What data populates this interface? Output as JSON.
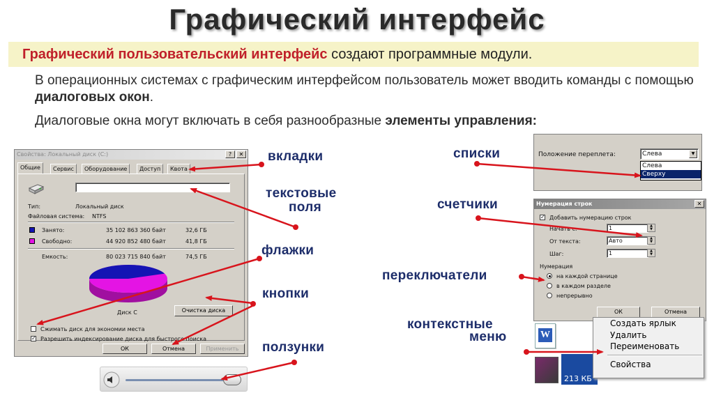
{
  "header": {
    "title": "Графический интерфейс",
    "banner_bold": "Графический пользовательский интерфейс",
    "banner_rest": " создают программные модули.",
    "p1_text": "В операционных системах с графическим интерфейсом пользователь может вводить команды с помощью ",
    "p1_bold": "диалоговых окон",
    "p1_end": ".",
    "p2_text": "Диалоговые окна могут включать в себя разнообразные ",
    "p2_bold": "элементы управления:"
  },
  "callouts": {
    "tabs": "вкладки",
    "text_fields_1": "текстовые",
    "text_fields_2": "поля",
    "checkboxes": "флажки",
    "buttons": "кнопки",
    "sliders": "ползунки",
    "lists": "списки",
    "counters": "счетчики",
    "switches": "переключатели",
    "context_1": "контекстные",
    "context_2": "меню"
  },
  "disk_dialog": {
    "title": "Свойства: Локальный диск (C:)",
    "tabs": [
      "Общие",
      "Сервис",
      "Оборудование",
      "Доступ",
      "Квота"
    ],
    "type_label": "Тип:",
    "type_value": "Локальный диск",
    "fs_label": "Файловая система:",
    "fs_value": "NTFS",
    "used_label": "Занято:",
    "used_bytes": "35 102 863 360 байт",
    "used_gb": "32,6 ГБ",
    "free_label": "Свободно:",
    "free_bytes": "44 920 852 480 байт",
    "free_gb": "41,8 ГБ",
    "cap_label": "Емкость:",
    "cap_bytes": "80 023 715 840 байт",
    "cap_gb": "74,5 ГБ",
    "disk_label": "Диск C",
    "cleanup_button": "Очистка диска",
    "compress_label": "Сжимать диск для экономии места",
    "index_label": "Разрешить индексирование диска для быстрого поиска",
    "ok": "ОК",
    "cancel": "Отмена",
    "apply": "Применить",
    "used_color": "#1414b4",
    "free_color": "#e414e4",
    "used_fraction": 0.44
  },
  "slider_widget": {
    "icon": "speaker-icon",
    "level": 0.93
  },
  "list_widget": {
    "label": "Положение переплета:",
    "value": "Слева",
    "options": [
      "Слева",
      "Сверху"
    ],
    "selected_highlight": "Сверху"
  },
  "line_numbers_dialog": {
    "title": "Нумерация строк",
    "add_label": "Добавить нумерацию строк",
    "start_label": "Начать с:",
    "start_value": "1",
    "from_text_label": "От текста:",
    "from_text_value": "Авто",
    "step_label": "Шаг:",
    "step_value": "1",
    "numbering_label": "Нумерация",
    "options": [
      "на каждой странице",
      "в каждом разделе",
      "непрерывно"
    ],
    "ok": "ОК",
    "cancel": "Отмена"
  },
  "context_menu": {
    "items": [
      "Создать ярлык",
      "Удалить",
      "Переименовать",
      "Свойства"
    ],
    "size_text": "213 КБ"
  }
}
